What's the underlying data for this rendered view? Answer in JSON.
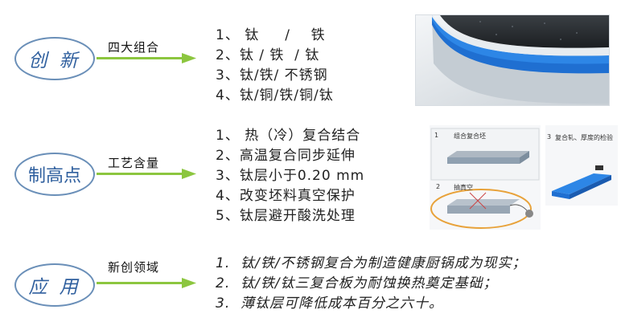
{
  "rows": [
    {
      "oval_label": "创 新",
      "arrow_label": "四大组合",
      "items": [
        "1、 钛     /    铁",
        "2、钛 / 铁  / 钛",
        "3、钛/铁/ 不锈钢",
        "4、钛/铜/铁/铜/钛"
      ]
    },
    {
      "oval_label": "制高点",
      "arrow_label": "工艺含量",
      "items": [
        "1、 热（冷）复合结合",
        "2、高温复合同步延伸",
        "3、钛层小于0.20 mm",
        "4、改变坯料真空保护",
        "5、钛层避开酸洗处理"
      ]
    },
    {
      "oval_label": "应 用",
      "arrow_label": "新创领域",
      "items": [
        "1.  钛/铁/不锈钢复合为制造健康厨锅成为现实；",
        "2.  钛/铁/钛三复合板为耐蚀换热奠定基础；",
        "3.  薄钛层可降低成本百分之六十。"
      ]
    }
  ],
  "figures": {
    "process_labels": {
      "panel_a_title": "组合复合坯",
      "panel_a_num": "1",
      "panel_b_title": "抽真空",
      "panel_b_num": "2",
      "panel_c_title": "复合轧、厚度的检验",
      "panel_c_num": "3"
    }
  },
  "colors": {
    "oval_text": "#2f5f9e",
    "oval_border": "#6a8fb8",
    "arrow": "#8cc63f",
    "accent_orange": "#e8a23a",
    "layer_blue": "#1f6fd1",
    "layer_gray": "#b8c2cc"
  }
}
